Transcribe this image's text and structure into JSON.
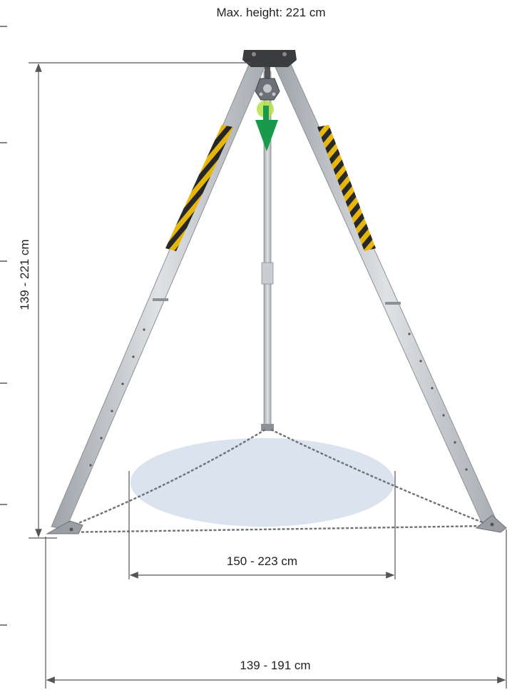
{
  "labels": {
    "max_height": "Max. height: 221 cm",
    "height_range": "139 - 221 cm",
    "work_area_span": "150 - 223 cm",
    "leg_span": "139 - 191 cm"
  },
  "colors": {
    "aluminium": "#b9bdc1",
    "hazard_yellow": "#e8b400",
    "hazard_black": "#1e1e1e",
    "work_area": "#dbe3ee",
    "arrow_green": "#19994a",
    "dimension_line": "#555555"
  },
  "icons": {
    "load_direction": "down-arrow-icon",
    "pulley": "pulley-icon"
  }
}
